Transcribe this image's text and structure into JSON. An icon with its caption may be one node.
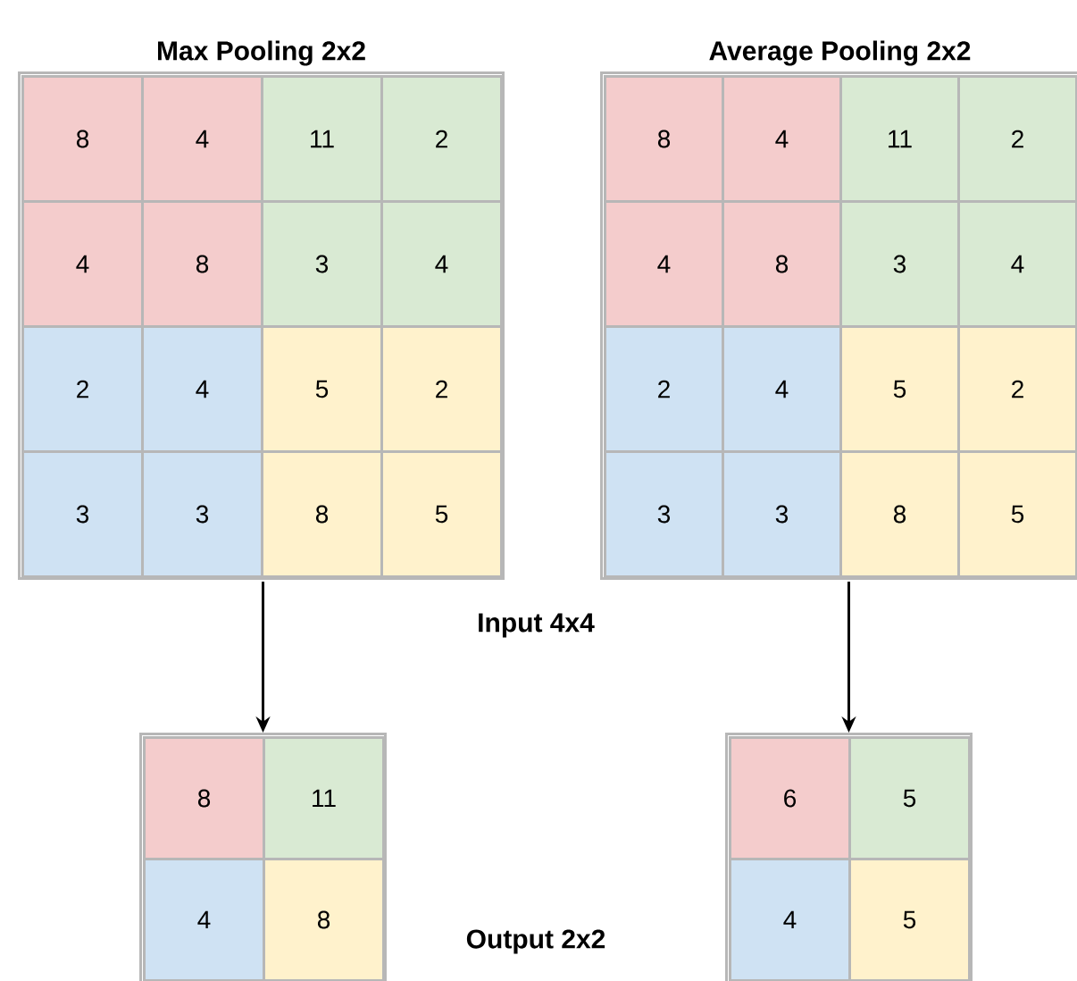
{
  "diagram": {
    "nodes": [
      {
        "text": [
          "Max Pooling 2x2"
        ]
      },
      {
        "text": [
          "8"
        ],
        "in": 0
      },
      {
        "text": [
          "4"
        ],
        "in": 0
      },
      {
        "text": [
          "11"
        ],
        "in": 0
      },
      {
        "text": [
          "2"
        ],
        "in": 0
      },
      {
        "text": [
          "4"
        ],
        "in": 0
      },
      {
        "text": [
          "8"
        ],
        "in": 0
      },
      {
        "text": [
          "3"
        ],
        "in": 0
      },
      {
        "text": [
          "4"
        ],
        "in": 0
      },
      {
        "text": [
          "2"
        ],
        "in": 0
      },
      {
        "text": [
          "4"
        ],
        "in": 0
      },
      {
        "text": [
          "5"
        ],
        "in": 0
      },
      {
        "text": [
          "2"
        ],
        "in": 0
      },
      {
        "text": [
          "3"
        ],
        "in": 0
      },
      {
        "text": [
          "3"
        ],
        "in": 0
      },
      {
        "text": [
          "8"
        ],
        "in": 0
      },
      {
        "text": [
          "5"
        ],
        "in": 0
      },
      {
        "text": [
          "Average Pooling 2x2"
        ]
      },
      {
        "text": [
          "8"
        ],
        "in": 17
      },
      {
        "text": [
          "4"
        ],
        "in": 17
      },
      {
        "text": [
          "11"
        ],
        "in": 17
      },
      {
        "text": [
          "2"
        ],
        "in": 17
      },
      {
        "text": [
          "4"
        ],
        "in": 17
      },
      {
        "text": [
          "8"
        ],
        "in": 17
      },
      {
        "text": [
          "3"
        ],
        "in": 17
      },
      {
        "text": [
          "4"
        ],
        "in": 17
      },
      {
        "text": [
          "2"
        ],
        "in": 17
      },
      {
        "text": [
          "4"
        ],
        "in": 17
      },
      {
        "text": [
          "5"
        ],
        "in": 17
      },
      {
        "text": [
          "2"
        ],
        "in": 17
      },
      {
        "text": [
          "3"
        ],
        "in": 17
      },
      {
        "text": [
          "3"
        ],
        "in": 17
      },
      {
        "text": [
          "8"
        ],
        "in": 17
      },
      {
        "text": [
          "5"
        ],
        "in": 17
      },
      {
        "text": [],
        "shape": "box"
      },
      {
        "text": [
          "8"
        ],
        "in": 34
      },
      {
        "text": [
          "11"
        ],
        "in": 34
      },
      {
        "text": [
          "4"
        ],
        "in": 34
      },
      {
        "text": [
          "8"
        ],
        "in": 34
      },
      {
        "text": [],
        "shape": "box"
      },
      {
        "text": [
          "6"
        ],
        "in": 39
      },
      {
        "text": [
          "5"
        ],
        "in": 39
      },
      {
        "text": [
          "4"
        ],
        "in": 39
      },
      {
        "text": [
          "5"
        ],
        "in": 39
      }
    ],
    "edges": [
      {
        "from": 0,
        "to": 34,
        "arrow": "to"
      },
      {
        "from": 17,
        "to": 39,
        "arrow": "to"
      }
    ],
    "labels": [
      "Input 4x4",
      "Output 2x2"
    ]
  }
}
